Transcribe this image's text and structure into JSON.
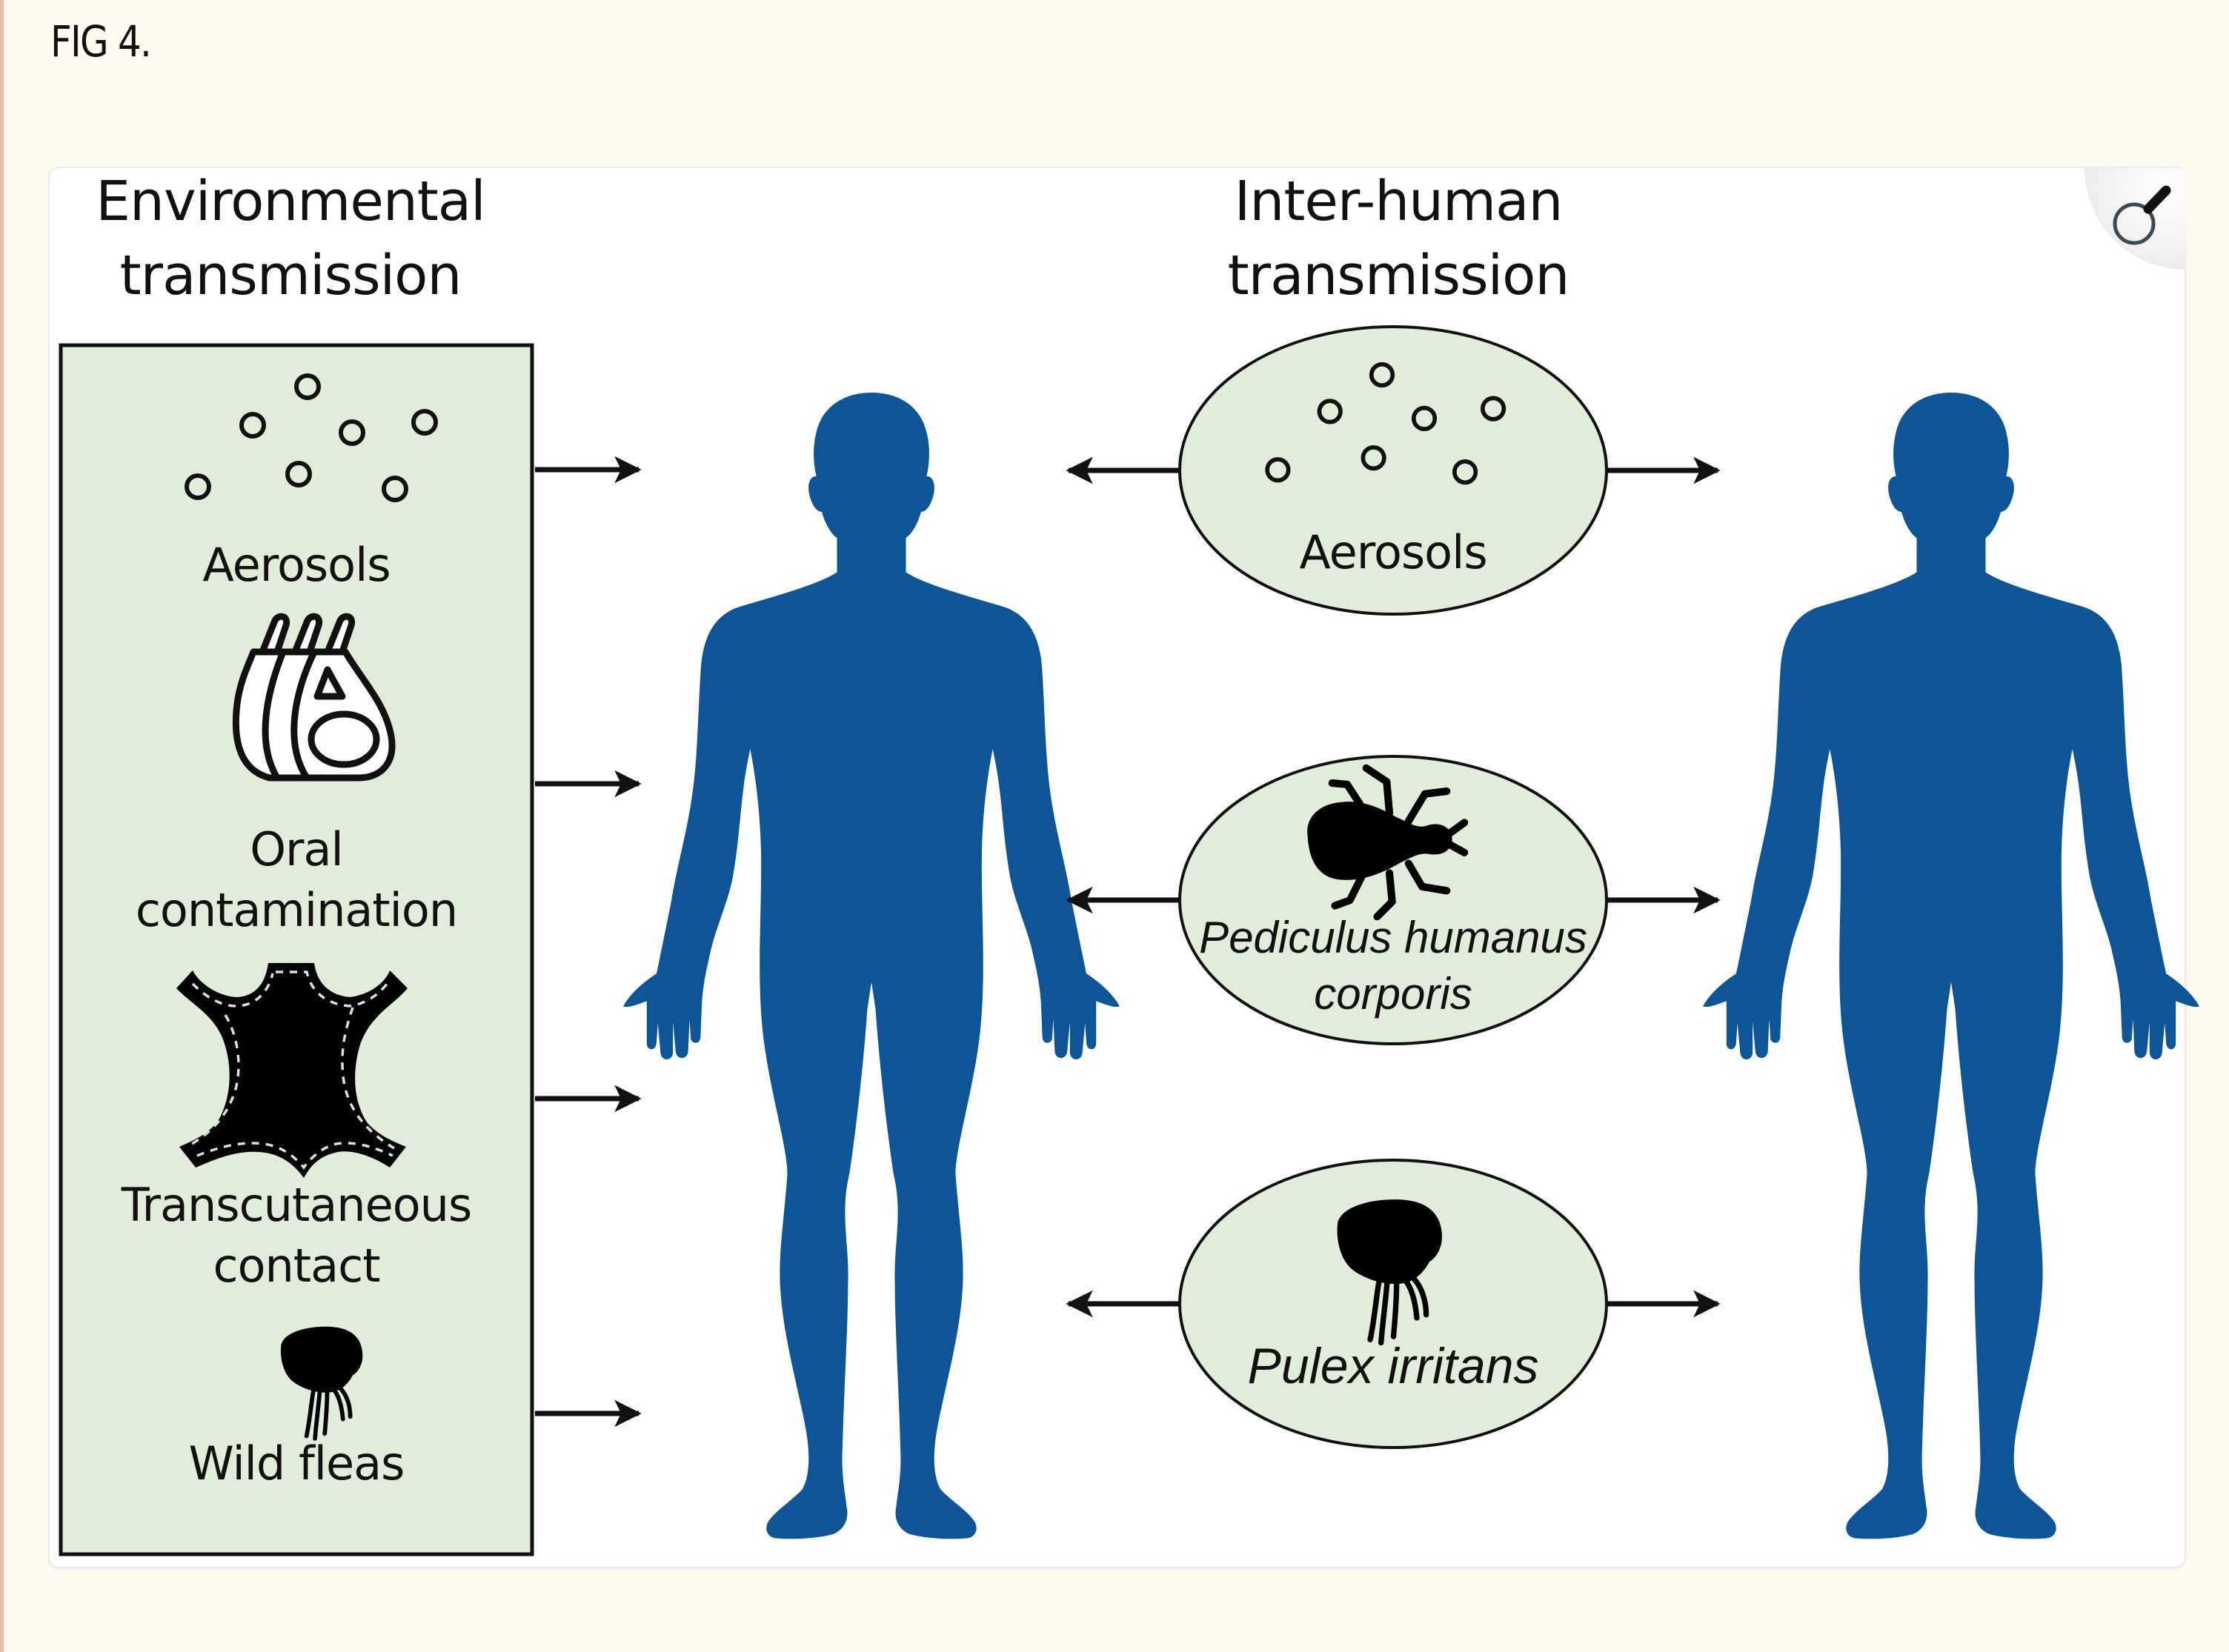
{
  "figure": {
    "label": "FIG 4.",
    "zoom_button": {
      "icon": "magnifier-icon",
      "tooltip": ""
    }
  },
  "colors": {
    "page_background": "#FDFBEF",
    "page_edge": "#E8BBA8",
    "panel_background": "#FFFFFF",
    "route_fill": "#E0EDD9",
    "human_silhouette": "#0E5597",
    "stroke": "#111111"
  },
  "environmental": {
    "title_lines": [
      "Environmental",
      "transmission"
    ],
    "routes": [
      {
        "icon": "aerosol-droplets-icon",
        "label_lines": [
          "Aerosols"
        ]
      },
      {
        "icon": "meat-rack-icon",
        "label_lines": [
          "Oral",
          "contamination"
        ]
      },
      {
        "icon": "leather-hide-icon",
        "label_lines": [
          "Transcutaneous",
          "contact"
        ]
      },
      {
        "icon": "flea-icon",
        "label_lines": [
          "Wild fleas"
        ]
      }
    ],
    "target": "human-left"
  },
  "inter_human": {
    "title_lines": [
      "Inter-human",
      "transmission"
    ],
    "routes": [
      {
        "icon": "aerosol-droplets-icon",
        "label_lines": [
          "Aerosols"
        ],
        "italic": false
      },
      {
        "icon": "body-louse-icon",
        "label_lines": [
          "Pediculus humanus",
          "corporis"
        ],
        "italic": true
      },
      {
        "icon": "flea-icon",
        "label_lines": [
          "Pulex irritans"
        ],
        "italic": true
      }
    ],
    "direction": "bidirectional",
    "between": [
      "human-left",
      "human-right"
    ]
  },
  "humans": [
    {
      "id": "human-left",
      "icon": "human-silhouette-icon"
    },
    {
      "id": "human-right",
      "icon": "human-silhouette-icon"
    }
  ]
}
